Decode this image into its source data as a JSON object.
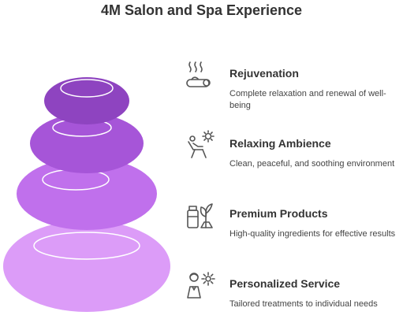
{
  "title": "4M Salon and Spa Experience",
  "colors": {
    "stone_top": "#8e44c0",
    "stone_2": "#a655d8",
    "stone_3": "#c070ec",
    "stone_bottom": "#dc9cf8",
    "text_dark": "#333333",
    "icon_stroke": "#555555"
  },
  "items": [
    {
      "title": "Rejuvenation",
      "description": "Complete relaxation and renewal of well-being",
      "icon": "massage-icon"
    },
    {
      "title": "Relaxing Ambience",
      "description": "Clean, peaceful, and soothing environment",
      "icon": "lounge-chair-icon"
    },
    {
      "title": "Premium Products",
      "description": "High-quality ingredients for effective results",
      "icon": "products-icon"
    },
    {
      "title": "Personalized Service",
      "description": "Tailored treatments to individual needs",
      "icon": "person-gear-icon"
    }
  ]
}
